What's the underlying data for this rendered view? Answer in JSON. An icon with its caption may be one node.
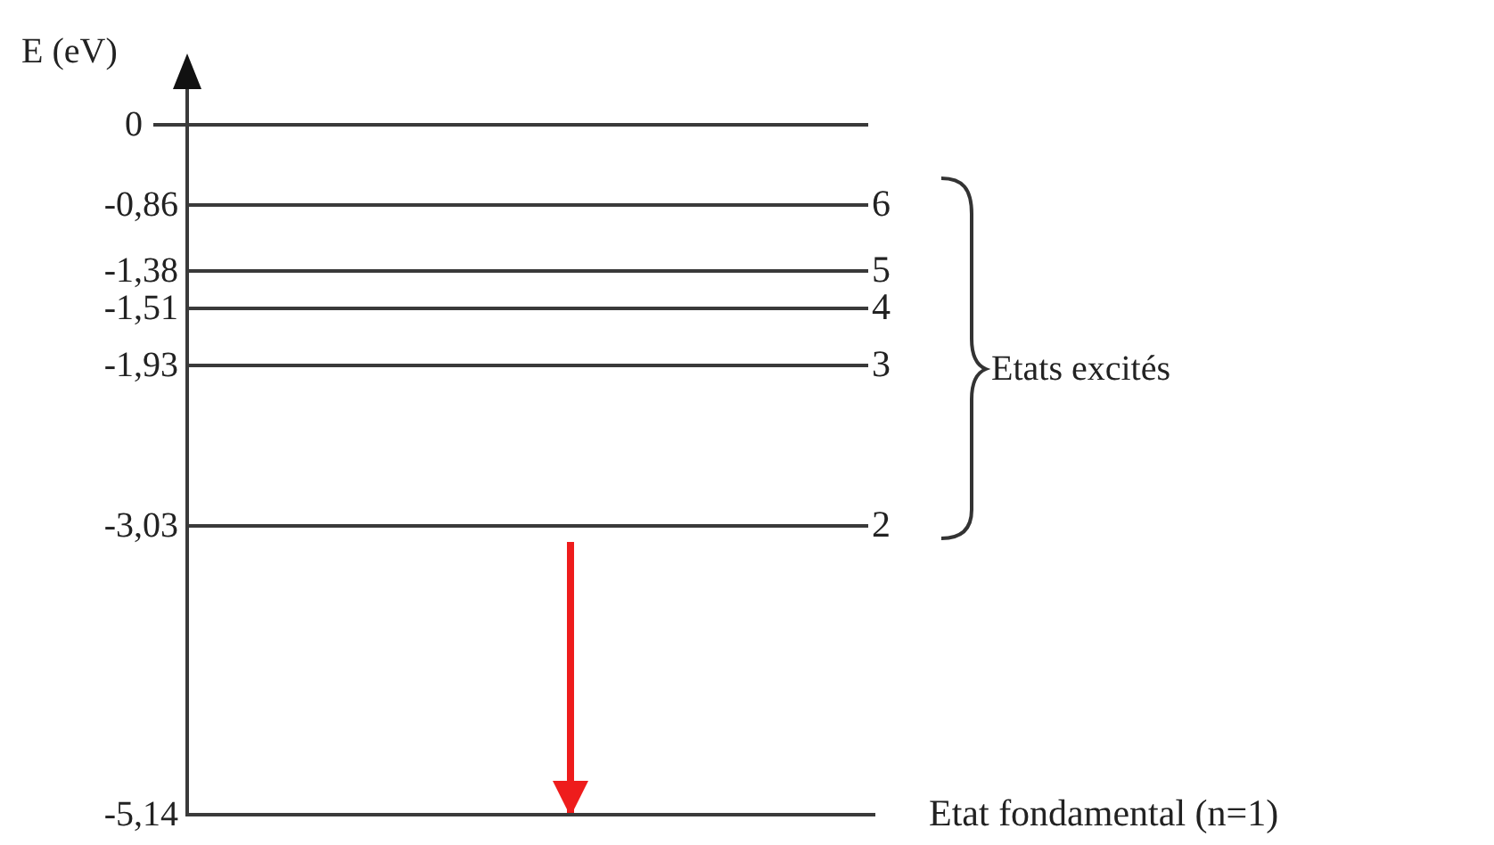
{
  "diagram": {
    "nodes": [
      {
        "text": [],
        "shape": "bar"
      },
      {
        "text": [],
        "shape": "bar",
        "beside": [
          "6"
        ]
      },
      {
        "text": [],
        "shape": "bar",
        "beside": [
          "5"
        ]
      },
      {
        "text": [],
        "shape": "bar",
        "beside": [
          "4"
        ]
      },
      {
        "text": [],
        "shape": "bar",
        "beside": [
          "3"
        ]
      },
      {
        "text": [],
        "shape": "bar",
        "beside": [
          "2"
        ]
      },
      {
        "text": [],
        "shape": "bar",
        "beside": [
          "Etat fondamental (n=1)"
        ]
      }
    ],
    "edges": [
      {
        "from": 5,
        "to": 6,
        "arrow": "to",
        "color": "#ee1c1c"
      }
    ],
    "labels": [
      "E (eV)",
      "0",
      "-0,86",
      "-1,38",
      "-1,51",
      "-1,93",
      "-3,03",
      "-5,14",
      "Etats excités"
    ]
  }
}
